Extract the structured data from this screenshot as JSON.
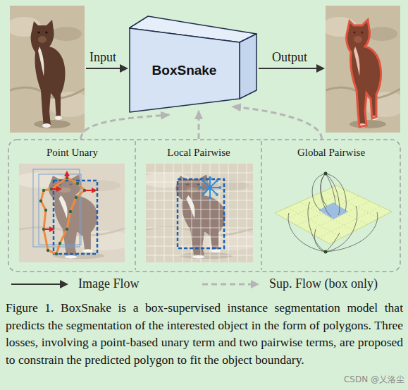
{
  "diagram": {
    "caption": "Figure 1. BoxSnake is a box-supervised instance segmentation model that predicts the segmentation of the interested object in the form of polygons. Three losses, involving a point-based unary term and two pairwise terms, are proposed to constrain the predicted polygon to fit the object boundary.",
    "nodes": [
      {
        "text": [
          "BoxSnake"
        ]
      },
      {
        "text": [
          "Point Unary"
        ]
      },
      {
        "text": [
          "Local Pairwise"
        ]
      },
      {
        "text": [
          "Global Pairwise"
        ]
      }
    ],
    "edges": [
      {
        "from": 1,
        "to": 0,
        "arrow": "to"
      },
      {
        "from": 2,
        "to": 0,
        "arrow": "to"
      },
      {
        "from": 3,
        "to": 0,
        "arrow": "to"
      }
    ],
    "labels": [
      "Input",
      "Output",
      "CSDN @乂洛尘"
    ],
    "legend": [
      {
        "text": "Image Flow"
      },
      {
        "text": "Sup. Flow (box only)"
      }
    ]
  }
}
